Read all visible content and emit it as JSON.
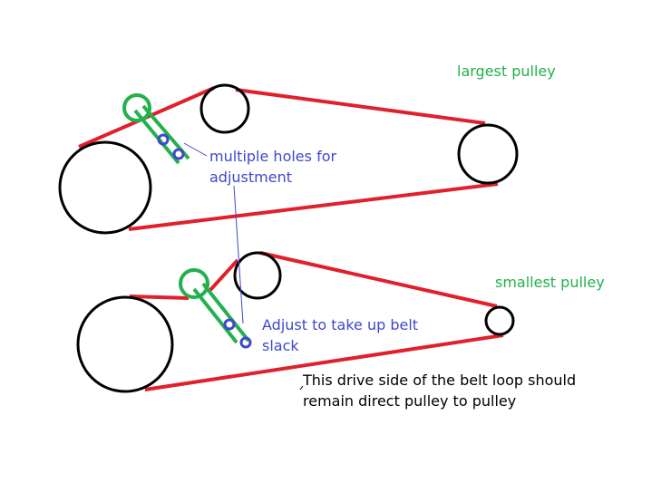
{
  "labels": {
    "largest_pulley": "largest pulley",
    "smallest_pulley": "smallest pulley",
    "multiple_holes_line1": "multiple holes for",
    "multiple_holes_line2": "adjustment",
    "adjust_line1": "Adjust to take up belt",
    "adjust_line2": "slack",
    "drive_side_line1": "This drive side of the belt loop should",
    "drive_side_line2": "remain direct pulley to pulley"
  },
  "colors": {
    "belt": "#e0202c",
    "pulley": "#000000",
    "tensioner": "#22b14c",
    "holes": "#3f48cc",
    "pointer": "#3f48cc",
    "label_green": "#22b14c",
    "label_blue": "#3f48cc",
    "label_black": "#000000"
  }
}
